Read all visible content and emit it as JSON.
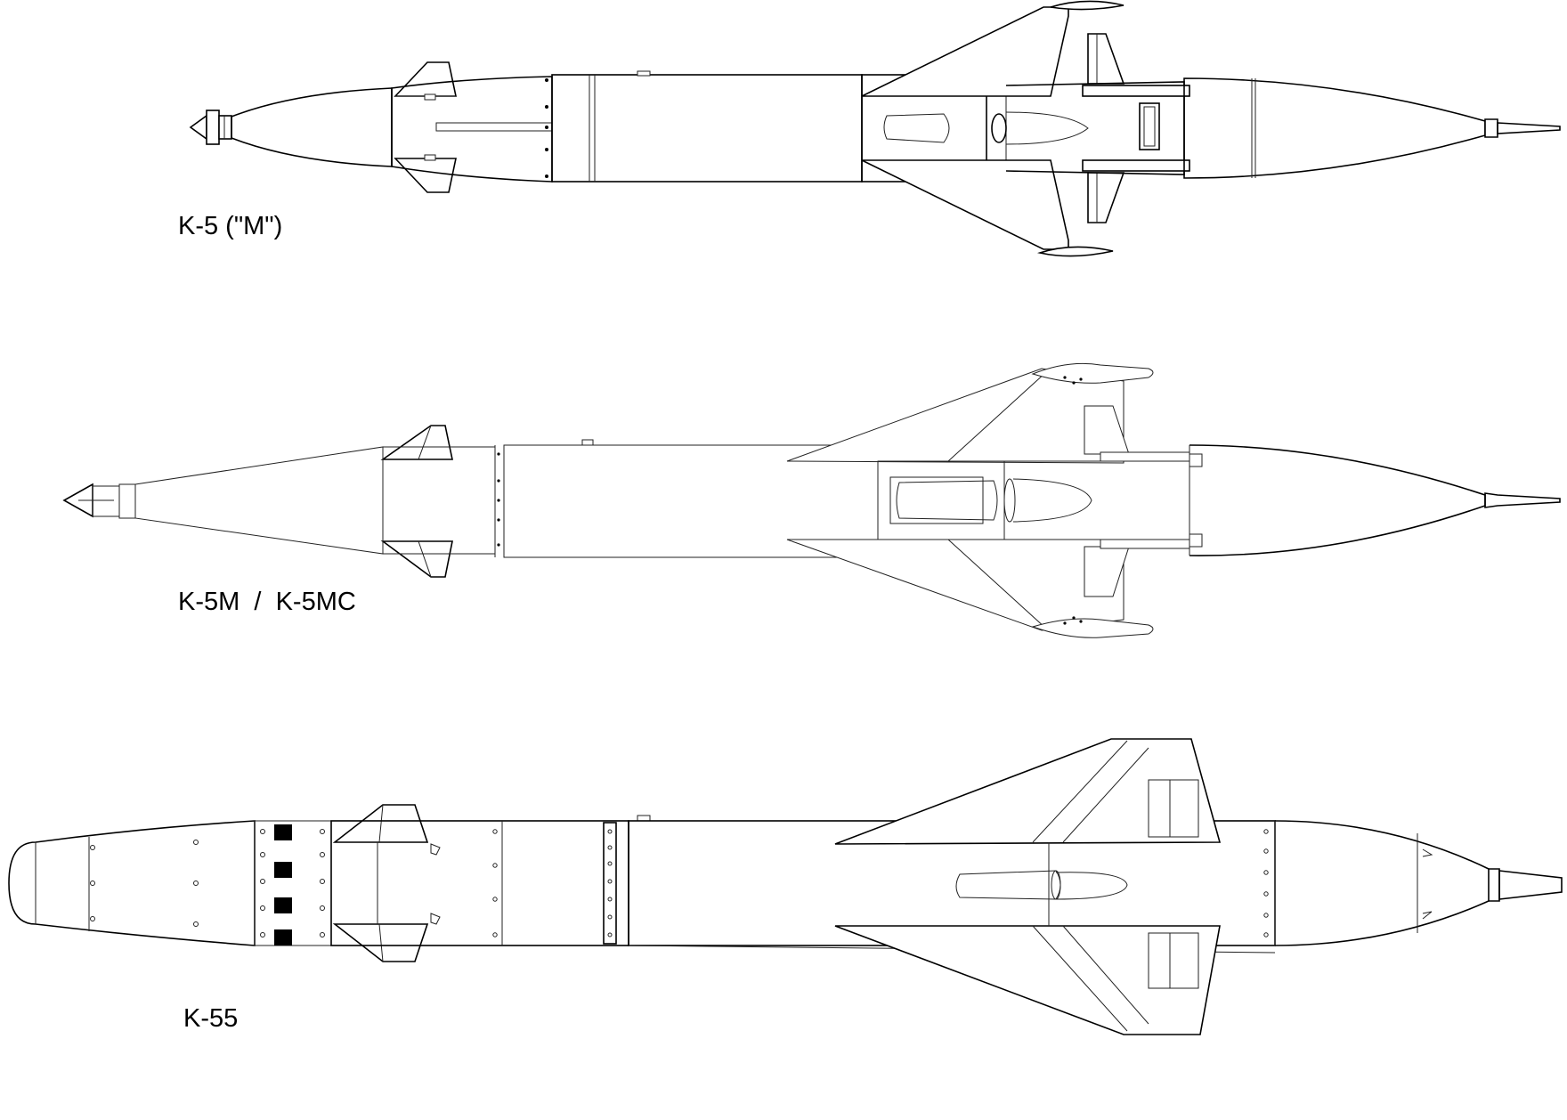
{
  "labels": {
    "k5": "K-5 (\"M\")",
    "k5m": "K-5M  /  K-5MC",
    "k55": "K-55"
  },
  "colors": {
    "ink": "#000000",
    "paper": "#ffffff"
  }
}
